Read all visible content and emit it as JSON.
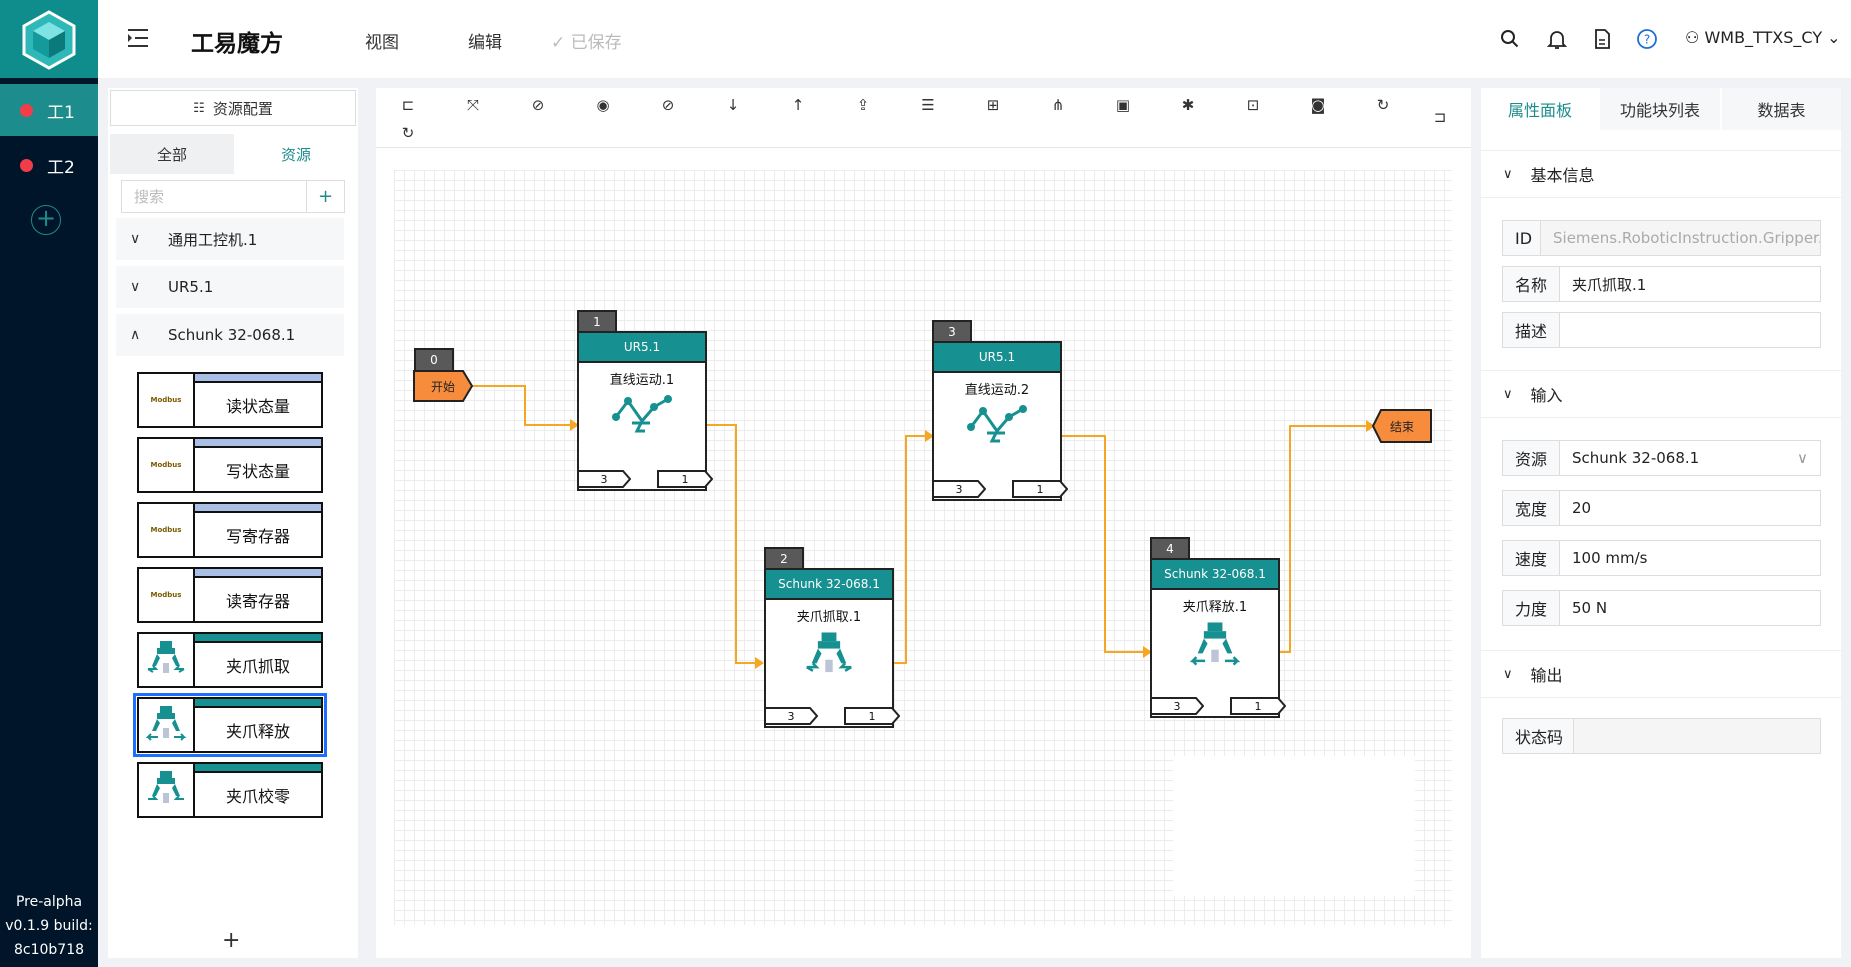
{
  "sidebar": {
    "projects": [
      {
        "label": "工1",
        "active": true
      },
      {
        "label": "工2",
        "active": false
      }
    ],
    "add_icon": "plus-circle-icon",
    "version": [
      "Pre-alpha",
      "v0.1.9 build:",
      "8c10b718"
    ]
  },
  "header": {
    "title": "工易魔方",
    "menus": [
      "视图",
      "编辑"
    ],
    "saved": "已保存",
    "user": "WMB_TTXS_CY",
    "icons": [
      "search-icon",
      "bell-icon",
      "document-icon",
      "help-icon",
      "user-icon"
    ]
  },
  "left": {
    "resource_config": "资源配置",
    "tabs": [
      "全部",
      "资源"
    ],
    "active_tab": 1,
    "search_placeholder": "搜索",
    "groups": [
      "通用工控机.1",
      "UR5.1",
      "Schunk 32-068.1"
    ],
    "blocks": [
      {
        "label": "读状态量",
        "icon": "modbus-icon"
      },
      {
        "label": "写状态量",
        "icon": "modbus-icon"
      },
      {
        "label": "写寄存器",
        "icon": "modbus-icon"
      },
      {
        "label": "读寄存器",
        "icon": "modbus-icon"
      },
      {
        "label": "夹爪抓取",
        "icon": "gripper-grasp-icon"
      },
      {
        "label": "夹爪释放",
        "icon": "gripper-release-icon"
      },
      {
        "label": "夹爪校零",
        "icon": "gripper-zero-icon"
      }
    ],
    "modbus_text": "Modbus"
  },
  "flow": {
    "start": {
      "id": "0",
      "label": "开始"
    },
    "end": {
      "label": "结束"
    },
    "nodes": [
      {
        "id": "1",
        "device": "UR5.1",
        "title": "直线运动.1",
        "in": "3",
        "out": "1"
      },
      {
        "id": "2",
        "device": "Schunk 32-068.1",
        "title": "夹爪抓取.1",
        "in": "3",
        "out": "1"
      },
      {
        "id": "3",
        "device": "UR5.1",
        "title": "直线运动.2",
        "in": "3",
        "out": "1"
      },
      {
        "id": "4",
        "device": "Schunk 32-068.1",
        "title": "夹爪释放.1",
        "in": "3",
        "out": "1"
      }
    ],
    "colors": {
      "accent": "#169090",
      "wire": "#f5a623",
      "start": "#f68c3c"
    }
  },
  "right": {
    "tabs": [
      "属性面板",
      "功能块列表",
      "数据表"
    ],
    "sections": {
      "basic": "基本信息",
      "input": "输入",
      "output": "输出"
    },
    "basic": [
      {
        "label": "ID",
        "value": "Siemens.RoboticInstruction.Gripper.GripperG"
      },
      {
        "label": "名称",
        "value": "夹爪抓取.1"
      },
      {
        "label": "描述",
        "value": ""
      }
    ],
    "input": [
      {
        "label": "资源",
        "value": "Schunk 32-068.1"
      },
      {
        "label": "宽度",
        "value": "20"
      },
      {
        "label": "速度",
        "value": "100 mm/s"
      },
      {
        "label": "力度",
        "value": "50 N"
      }
    ],
    "output": [
      {
        "label": "状态码",
        "value": ""
      }
    ]
  }
}
